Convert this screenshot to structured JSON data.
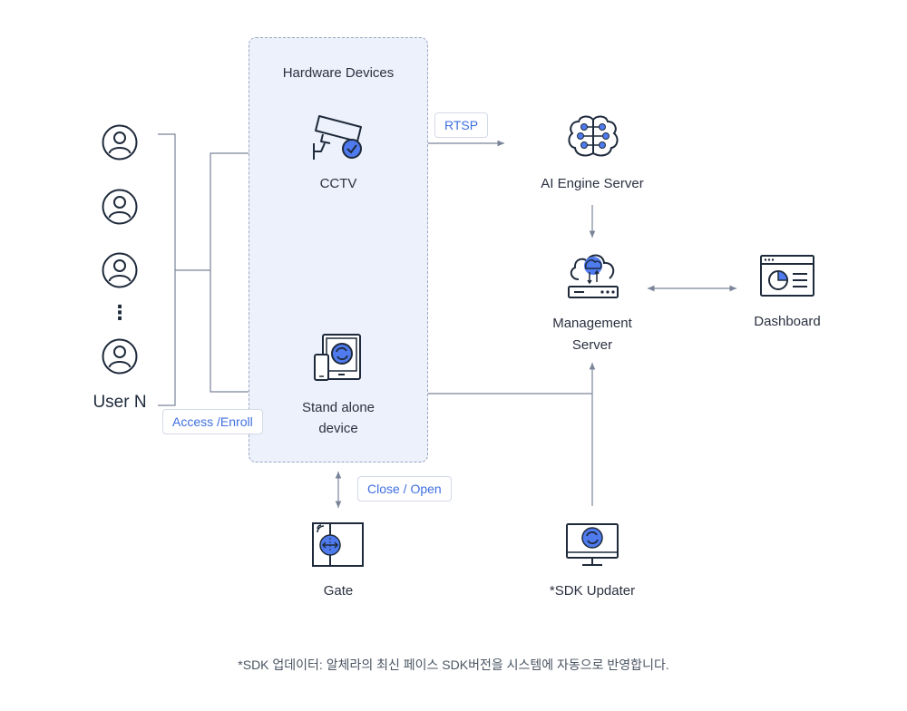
{
  "hardware": {
    "title": "Hardware Devices"
  },
  "nodes": {
    "cctv": "CCTV",
    "standalone_line1": "Stand alone",
    "standalone_line2": "device",
    "ai_engine": "AI Engine Server",
    "mgmt_line1": "Management",
    "mgmt_line2": "Server",
    "dashboard": "Dashboard",
    "gate": "Gate",
    "sdk_updater": "*SDK Updater",
    "user_n": "User N",
    "user_ellipsis": "⋮"
  },
  "tags": {
    "rtsp": "RTSP",
    "access_enroll": "Access /Enroll",
    "close_open": "Close / Open"
  },
  "footnote": "*SDK 업데이터: 알체라의 최신 페이스 SDK버전을 시스템에 자동으로 반영합니다.",
  "icons": {
    "users": "user-icon",
    "cctv": "cctv-camera-icon",
    "standalone": "tablet-device-icon",
    "ai_engine": "brain-icon",
    "management": "cloud-server-icon",
    "dashboard": "dashboard-window-icon",
    "gate": "gate-door-icon",
    "sdk_updater": "monitor-sync-icon"
  },
  "colors": {
    "accent": "#4f7bef",
    "line": "#7a8599",
    "icon_stroke": "#1e2a3b",
    "panel_bg": "#ecf1fb"
  }
}
